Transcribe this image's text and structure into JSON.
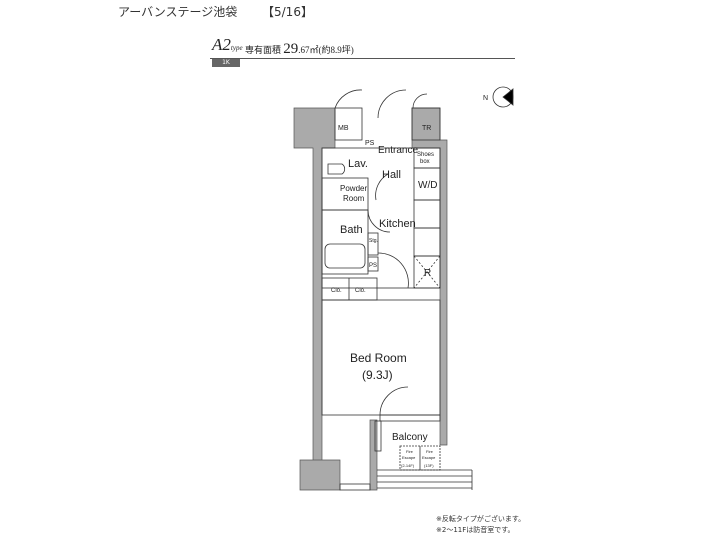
{
  "header": {
    "building": "アーバンステージ池袋",
    "page": "【5/16】"
  },
  "plan": {
    "type": "A2",
    "type_suffix": "type",
    "area_label": "専有面積",
    "area_int": "29",
    "area_dec": ".67㎡(約8.9坪)",
    "layout": "1K"
  },
  "rooms": {
    "mb": "MB",
    "tr": "TR",
    "ps1": "PS",
    "ps2": "PS",
    "entrance": "Entrance",
    "shoes": "Shoes",
    "shoes2": "box",
    "lav": "Lav.",
    "hall": "Hall",
    "wd": "W/D",
    "powder1": "Powder",
    "powder2": "Room",
    "kitchen": "Kitchen",
    "bath": "Bath",
    "stg": "Stg.",
    "r": "R",
    "clo1": "Clo.",
    "clo2": "Clo.",
    "bed": "Bed Room",
    "bed_size": "(9.3J)",
    "balcony": "Balcony",
    "fire1a": "Fire",
    "fire1b": "Escape",
    "fire1c": "(2-14F)",
    "fire2a": "Fire",
    "fire2b": "Escape",
    "fire2c": "(13F)"
  },
  "compass": {
    "n": "N"
  },
  "notes": [
    "※反転タイプがございます。",
    "※2～11Fは防音室です。"
  ]
}
